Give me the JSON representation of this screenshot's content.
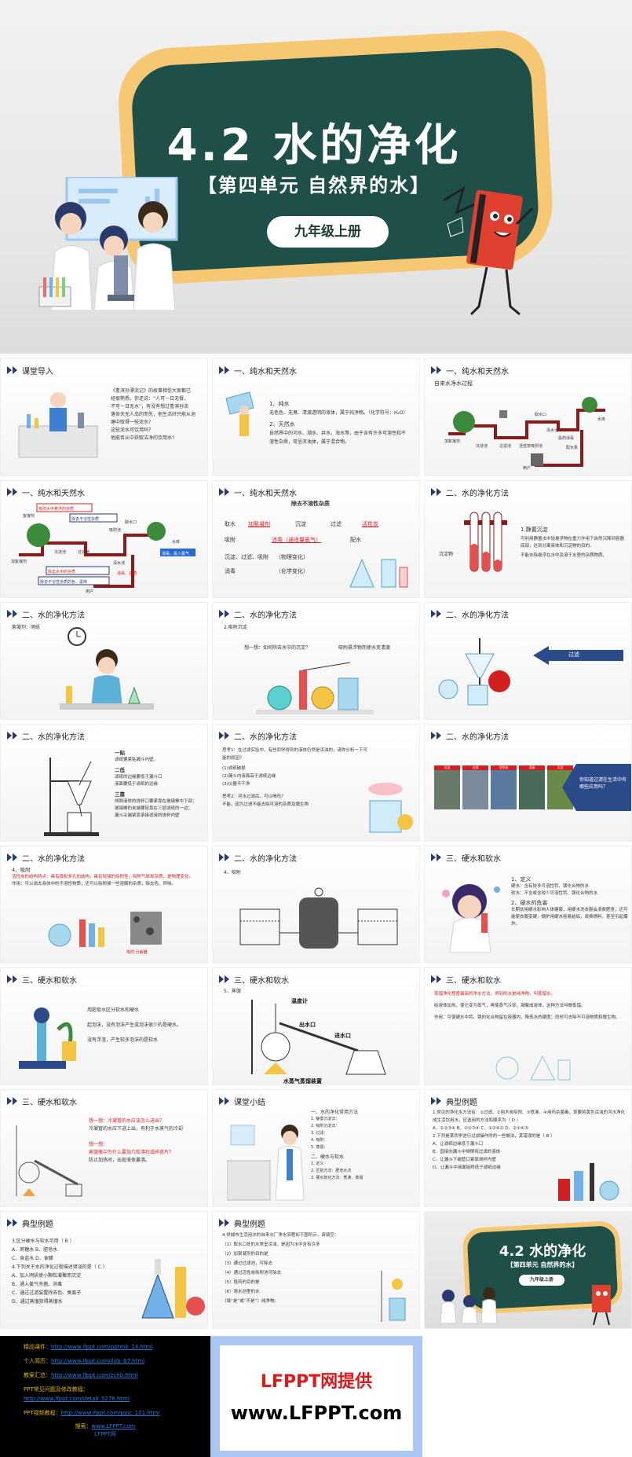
{
  "cover": {
    "title": "4.2 水的净化",
    "subtitle": "【第四单元 自然界的水】",
    "grade": "九年级上册"
  },
  "slides": [
    {
      "title": "课堂导入",
      "lines": [
        "《鲁滨孙漂流记》的故事相信大家都已",
        "经很熟悉，你还说：“人可一日无餐，",
        "不可一日无水”，有没有想过鲁滨孙流",
        "落各天无人岛的而先，他生活好只能从池",
        "塘中取得一些泥水?",
        "这些泥水可饮用吗？",
        "他能否从中获取洁净的饮用水?"
      ]
    },
    {
      "title": "一、纯水和天然水",
      "lines": [
        "1、纯水",
        "无色色、无臭、清澈透明的液体，属于纯净物。（化学符号：H₂O）",
        "2、天然水",
        "自然界中的河水、湖水、井水、海水等，由于含有许多可溶性和不",
        "溶性杂质，常呈浑浊体，属于混合物。"
      ]
    },
    {
      "title": "一、纯水和天然水",
      "lines": [
        "自来水净水过程",
        "取水口",
        "沉淀池",
        "过滤池",
        "活性炭吸附池",
        "清水池",
        "投药消毒",
        "配水泵",
        "用户",
        "加絮凝剂",
        "水库"
      ]
    },
    {
      "title": "一、纯水和天然水",
      "lines": [
        "吸附水中悬浮的杂质",
        "除去不溶性杂质",
        "取水口",
        "吸附池",
        "絮凝剂",
        "加絮凝剂",
        "沉淀池",
        "过滤池",
        "清水池",
        "用户",
        "水库",
        "消毒，投入氯气",
        "消毒、杀菌",
        "除去不溶性杂质的色、臭味",
        "除去水中的杂质"
      ]
    },
    {
      "title": "一、纯水和天然水",
      "lines": [
        "除去不溶性杂质",
        "取水",
        "加絮凝剂",
        "沉淀",
        "过滤",
        "活性炭",
        "吸附",
        "消毒（通适量氯气）",
        "配水",
        "沉淀、过滤、吸附",
        "（物理变化）",
        "消毒",
        "（化学变化）"
      ]
    },
    {
      "title": "二、水的净化方法",
      "lines": [
        "1.静置沉淀",
        "可利用静置水中较悬浮物在重力作用下自然沉降到容器底部，达到分离液体和沉淀物的目的。",
        "不能去除悬浮在水中及溶于水里的杂质物质。",
        "沉淀物"
      ]
    },
    {
      "title": "二、水的净化方法",
      "lines": [
        "絮凝剂：明矾"
      ]
    },
    {
      "title": "二、水的净化方法",
      "lines": [
        "2.吸附沉淀",
        "想一想：如何除去水中的沉淀？",
        "吸附悬浮物而使水变清澈"
      ]
    },
    {
      "title": "二、水的净化方法",
      "lines": [
        "过滤"
      ]
    },
    {
      "title": "二、水的净化方法",
      "lines": [
        "一贴",
        "滤纸要紧贴漏斗内壁。",
        "二低",
        "滤纸的边缘要低于漏斗口",
        "液面要低于滤纸的边缘",
        "三靠",
        "倾倒液体的烧杯口要紧靠在玻璃棒中下部；",
        "玻璃棒的末端要轻靠在三层滤纸的一边；",
        "漏斗尖端紧靠承接滤液的烧杯内壁"
      ]
    },
    {
      "title": "二、水的净化方法",
      "lines": [
        "思考1：在过滤实验中，有些同学得到的液体仍然是浑浊的，请你分析一下可能的原因？",
        "(1)滤纸破损",
        "(2)漏斗内液面高于滤纸边缘",
        "(3)仪器不干净",
        "思考2：河水过滤后，可以喝吗？",
        "不能，因为过滤不能去除可溶的杂质及微生物"
      ]
    },
    {
      "title": "二、水的净化方法",
      "lines": [
        "沉淀",
        "过滤",
        "活性炭",
        "消毒",
        "沉淀",
        "你知道过滤在生活中有哪些应用吗？"
      ]
    },
    {
      "title": "二、水的净化方法",
      "lines": [
        "4、吸附",
        "活性炭的结构特点：具有疏松多孔的结构，具有较强的吸附性，吸附气体和杂质，是物理变化。",
        "作用：可以滤去液体中的不溶性物质，还可以吸附掉一些溶解的杂质，除去色、异味。",
        "吸附 分解器"
      ]
    },
    {
      "title": "二、水的净化方法",
      "lines": [
        "4、吸附"
      ]
    },
    {
      "title": "三、硬水和软水",
      "lines": [
        "1、定义",
        "硬水：含有较多可溶性钙、镁化合物的水",
        "软水：不含或含较少可溶性钙、镁化合物的水",
        "2、硬水的危害",
        "长期饮用硬水影响人体健康，用硬水洗衣服会浪费肥皂，还可能使衣服变硬，锅炉用硬水容易结垢，浪费燃料，甚至引起爆炸。"
      ]
    },
    {
      "title": "三、硬水和软水",
      "lines": [
        "用肥皂水区分软水和硬水",
        "起泡沫，没有泡沫产生或泡沫很少的是硬水。",
        "没有浮渣，产生较多泡沫的是软水"
      ]
    },
    {
      "title": "三、硬水和软水",
      "lines": [
        "5、蒸馏",
        "温度计",
        "出水口",
        "进水口",
        "水蒸气蒸馏装置"
      ]
    },
    {
      "title": "三、硬水和软水",
      "lines": [
        "蒸馏净化程度最高的净水方法，得到的水是纯净物，叫蒸馏水。",
        "给液体加热，使它变为蒸气，再使蒸气冷却，凝聚成液体，这种方法叫做蒸馏。",
        "作用：可使硬水中钙、镁的化合物留在容器内，降低水的硬度；同时可去除不可溶物质和微生物。"
      ]
    },
    {
      "title": "三、硬水和软水",
      "lines": [
        "想一想：冷凝管的水应该怎么进出？",
        "冷凝管的水应下进上出，有利于水蒸气的冷却",
        "想一想：",
        "蒸馏瓶中为什么要加几粒沸石或碎瓷片？",
        "防止加热时，出现液体暴沸。"
      ]
    },
    {
      "title": "课堂小结",
      "lines": [
        "一、水的净化常用方法",
        "1. 静置沉淀法：",
        "2. 吸附沉淀法：",
        "3. 过滤：",
        "4. 吸附：",
        "5. 蒸馏：",
        "二、硬水与软水",
        "1. 定义",
        "2. 区别方法：肥皂水法",
        "3. 硬水软化方法：煮沸、蒸馏"
      ]
    },
    {
      "title": "典型例题",
      "lines": [
        "1.常见的净化水方法有：①过滤、②用木炭吸附、③煮沸、④用药杀菌毒，现要将黄色浑浊的河水净化成生活饮用水，应选用的方法和顺序为（ D ）",
        "A．①②③④   B．②①③④   C．①③④②   D．②①④③",
        "2.下列是某同学进行过滤操作时的一些做法，其错误的是（ B ）",
        "A．让滤纸边缘低于漏斗口",
        "B．直接向漏斗中倾倒待过滤的液体",
        "C．让漏斗下端管口紧靠烧杯内壁",
        "D．让漏斗中液面始终低于滤纸边缘"
      ]
    },
    {
      "title": "典型例题",
      "lines": [
        "3.区分硬水与软水可用（ B ）",
        "A．蔗糖水    B．肥皂水",
        "C．食盐水    D．食醋",
        "4.下列关于水的净化过程描述错误的是（ C ）",
        "A．加入明矾使小颗粒凝聚而沉淀",
        "B．通入氯气杀菌、消毒",
        "C．通过过滤装置除去色、臭离子",
        "D．通过蒸馏获得蒸馏水"
      ]
    },
    {
      "title": "典型例题",
      "lines": [
        "4.供城市生活用水的自来水厂净水流程如下图所示，请填空：",
        "（1）取水口处的水常呈浑浊，是因为水中含有许多",
        "（2）加絮凝剂的目的是",
        "（3）通过过滤池，可除去",
        "（4）通过活性炭吸附池可除去",
        "（5）投药的目的是",
        "（6）清水池里的水",
        "（填“是”或“不是”）纯净物。"
      ]
    }
  ],
  "end_cover": {
    "title": "4.2 水的净化",
    "subtitle": "【第四单元 自然界的水】",
    "grade": "九年级上册"
  },
  "info": {
    "l1k": "精品课件：",
    "l1v": "http://www.lfppt.com/pptmb_14.html",
    "l2k": "个人简历：",
    "l2v": "http://www.lfppt.com/jldb_67.html",
    "l3k": "教案汇总：",
    "l3v": "http://www.lfppt.com/zchb.html",
    "l4k": "PPT常见问题及修改教程：",
    "l4v": "http://www.lfppt.com/detail_5278.html",
    "l5k": "PPT视频教程：",
    "l5v": "http://www.lfppt.com/ppjc_101.html",
    "l6k": "搜索：",
    "l6v": "www.LFPPT.com",
    "l7": "LFPPT网"
  },
  "lfppt": {
    "line1": "LFPPT网提供",
    "line2": "www.LFPPT.com"
  },
  "colors": {
    "board": "#1e4f48",
    "frame": "#f7c873",
    "chevron": "#2a3a6b",
    "accent_red": "#d21f1f",
    "pipe": "#8c1a1a"
  }
}
